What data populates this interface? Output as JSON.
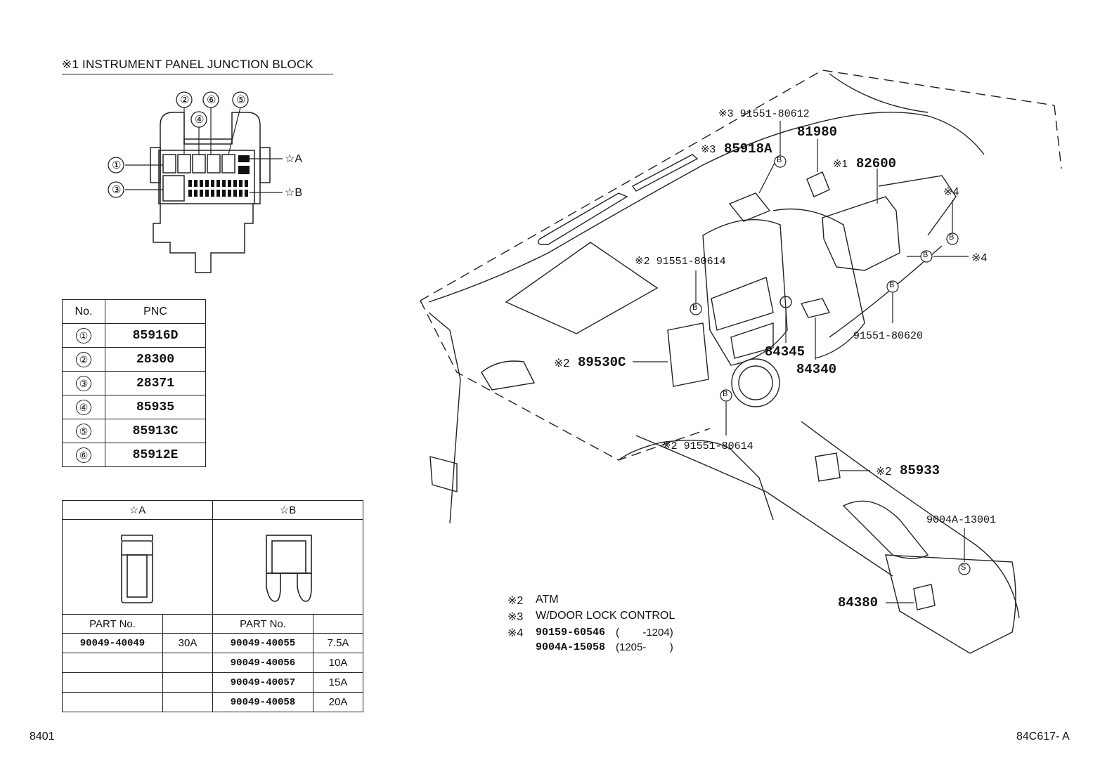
{
  "junction_block": {
    "title": "※1  INSTRUMENT PANEL JUNCTION BLOCK",
    "callouts": [
      "①",
      "②",
      "③",
      "④",
      "⑤",
      "⑥"
    ],
    "star_a": "☆A",
    "star_b": "☆B"
  },
  "pnc_table": {
    "headers": [
      "No.",
      "PNC"
    ],
    "rows": [
      {
        "no": "①",
        "pnc": "85916D"
      },
      {
        "no": "②",
        "pnc": "28300"
      },
      {
        "no": "③",
        "pnc": "28371"
      },
      {
        "no": "④",
        "pnc": "85935"
      },
      {
        "no": "⑤",
        "pnc": "85913C"
      },
      {
        "no": "⑥",
        "pnc": "85912E"
      }
    ]
  },
  "fuse_table": {
    "header_a": "☆A",
    "header_b": "☆B",
    "part_no_label": "PART No.",
    "a_rows": [
      {
        "part": "90049-40049",
        "amp": "30A"
      }
    ],
    "b_rows": [
      {
        "part": "90049-40055",
        "amp": "7.5A"
      },
      {
        "part": "90049-40056",
        "amp": "10A"
      },
      {
        "part": "90049-40057",
        "amp": "15A"
      },
      {
        "part": "90049-40058",
        "amp": "20A"
      }
    ]
  },
  "callouts": {
    "c_91551_80612": "※3 91551-80612",
    "c_81980": "81980",
    "c_85918a_mark": "※3",
    "c_85918a": "85918A",
    "c_82600_mark": "※1",
    "c_82600": "82600",
    "c_x4_top": "※4",
    "c_x4_right": "※4",
    "c_91551_80614_a": "※2 91551-80614",
    "c_89530c_mark": "※2",
    "c_89530c": "89530C",
    "c_84345": "84345",
    "c_84340": "84340",
    "c_91551_80620": "91551-80620",
    "c_91551_80614_b": "※2 91551-80614",
    "c_85933_mark": "※2",
    "c_85933": "85933",
    "c_9004a_13001": "9004A-13001",
    "c_84380": "84380",
    "b_marker": "B",
    "s_marker": "S"
  },
  "notes": {
    "n2_mark": "※2",
    "n2": "ATM",
    "n3_mark": "※3",
    "n3": "W/DOOR LOCK CONTROL",
    "n4_mark": "※4",
    "n4a_part": "90159-60546",
    "n4a_range": "(        -1204)",
    "n4b_part": "9004A-15058",
    "n4b_range": "(1205-        )"
  },
  "footer": {
    "left": "8401",
    "right": "84C617- A"
  }
}
